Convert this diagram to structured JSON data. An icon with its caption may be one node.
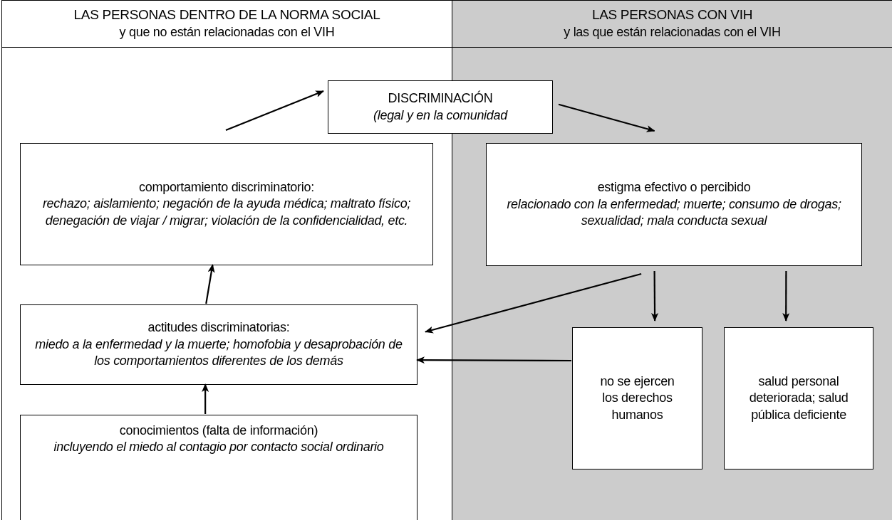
{
  "diagram": {
    "nodes": [
      {
        "text": [
          "LAS PERSONAS DENTRO DE LA NORMA SOCIAL",
          "y que no están relacionadas con el VIH"
        ]
      },
      {
        "text": [
          "LAS PERSONAS CON VIH",
          "y las que están relacionadas con el VIH"
        ]
      },
      {
        "text": [
          "DISCRIMINACIÓN",
          "(legal y en la comunidad"
        ]
      },
      {
        "text": [
          "comportamiento discriminatorio:",
          "rechazo; aislamiento; negación de la ayuda médica; maltrato físico; denegación de viajar / migrar; violación de la confidencialidad, etc."
        ],
        "in": 0
      },
      {
        "text": [
          "estigma efectivo o percibido",
          "relacionado con la enfermedad; muerte; consumo de drogas; sexualidad; mala conducta sexual"
        ],
        "in": 1
      },
      {
        "text": [
          "actitudes discriminatorias:",
          "miedo a la enfermedad y la muerte; homofobia y desaprobación de los comportamientos diferentes de los demás"
        ],
        "in": 0
      },
      {
        "text": [
          "no se ejercen los derechos humanos"
        ],
        "in": 1
      },
      {
        "text": [
          "salud personal deteriorada; salud pública deficiente"
        ],
        "in": 1
      },
      {
        "text": [
          "conocimientos (falta de información)",
          "incluyendo el miedo al contagio por contacto social ordinario"
        ],
        "in": 0
      }
    ],
    "edges": [
      {
        "from": 3,
        "to": 2,
        "arrow": "to"
      },
      {
        "from": 2,
        "to": 4,
        "arrow": "to"
      },
      {
        "from": 4,
        "to": 5,
        "arrow": "to"
      },
      {
        "from": 4,
        "to": 6,
        "arrow": "to"
      },
      {
        "from": 4,
        "to": 7,
        "arrow": "to"
      },
      {
        "from": 6,
        "to": 5,
        "arrow": "to"
      },
      {
        "from": 5,
        "to": 3,
        "arrow": "to"
      },
      {
        "from": 8,
        "to": 5,
        "arrow": "to"
      }
    ]
  }
}
